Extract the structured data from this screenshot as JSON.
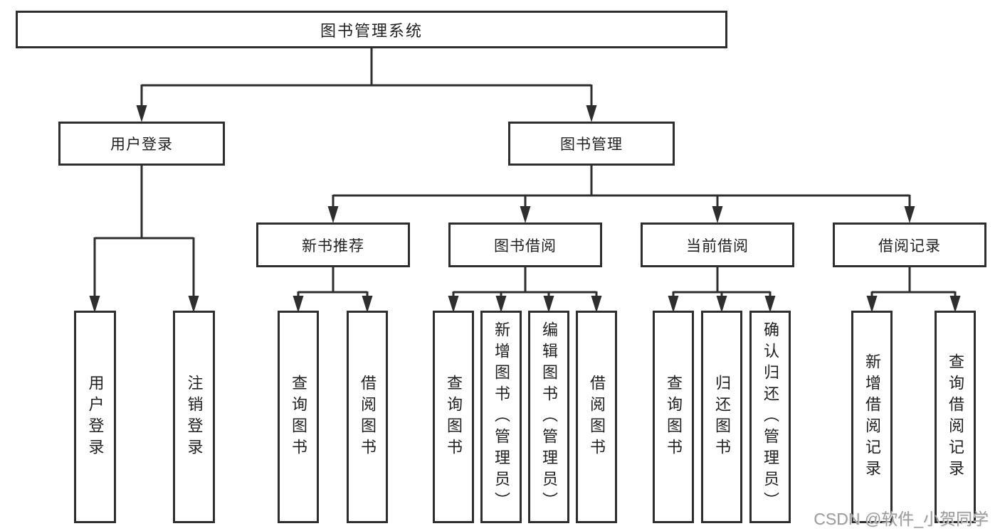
{
  "diagram": {
    "root": {
      "label": "图书管理系统"
    },
    "branches": [
      {
        "label": "用户登录",
        "children": [
          "用户登录",
          "注销登录"
        ]
      },
      {
        "label": "图书管理",
        "modules": [
          {
            "label": "新书推荐",
            "children": [
              "查询图书",
              "借阅图书"
            ]
          },
          {
            "label": "图书借阅",
            "children": [
              "查询图书",
              "新增图书（管理员）",
              "编辑图书（管理员）",
              "借阅图书"
            ]
          },
          {
            "label": "当前借阅",
            "children": [
              "查询图书",
              "归还图书",
              "确认归还（管理员）"
            ]
          },
          {
            "label": "借阅记录",
            "children": [
              "新增借阅记录",
              "查询借阅记录"
            ]
          }
        ]
      }
    ]
  },
  "watermark": {
    "text": "CSDN @软件_小贺同学"
  },
  "colors": {
    "line": "#2e2e2e",
    "box_border": "#2e2e2e",
    "text": "#212121",
    "watermark": "#9c9c9c",
    "background": "#ffffff"
  }
}
